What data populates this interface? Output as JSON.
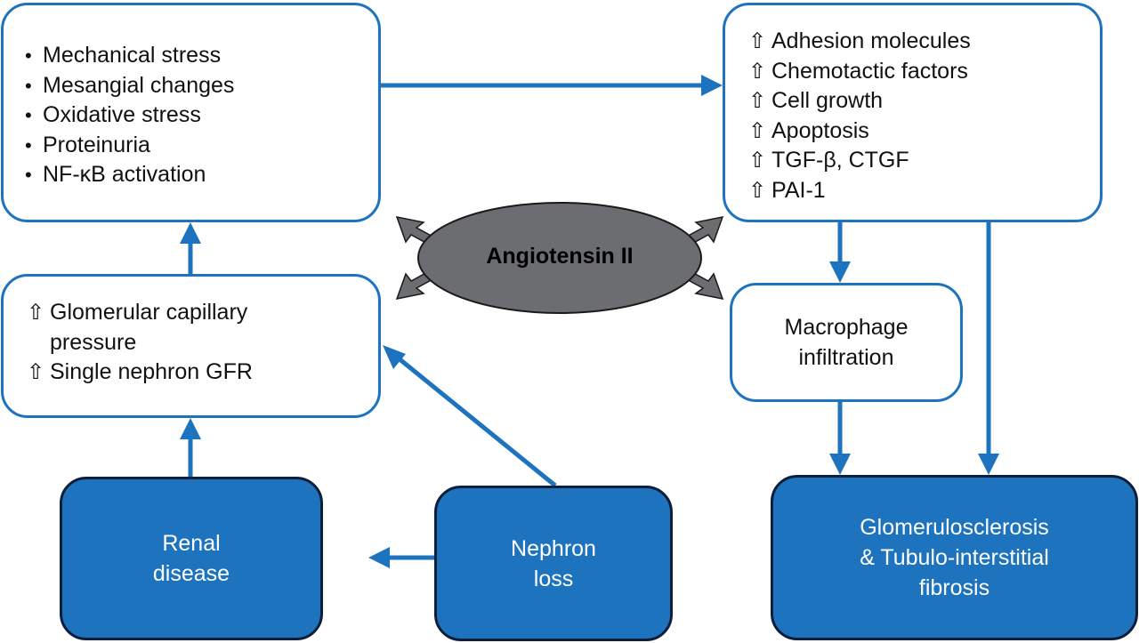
{
  "colors": {
    "accent": "#1e73be",
    "box_dark_border": "#0c1f3a",
    "ellipse_fill": "#6b6d70",
    "ellipse_border": "#1a1a1a"
  },
  "boxes": {
    "mechanisms": {
      "items": [
        "Mechanical stress",
        "Mesangial changes",
        "Oxidative stress",
        "Proteinuria",
        "NF-κB activation"
      ]
    },
    "effects": {
      "items": [
        "Adhesion molecules",
        "Chemotactic factors",
        "Cell growth",
        "Apoptosis",
        "TGF-β, CTGF",
        "PAI-1"
      ]
    },
    "hemodynamics": {
      "item1_line1": "Glomerular capillary",
      "item1_line2": "pressure",
      "item2": "Single nephron GFR"
    },
    "macrophage": {
      "line1": "Macrophage",
      "line2": "infiltration"
    },
    "renal_disease": {
      "line1": "Renal",
      "line2": "disease"
    },
    "nephron_loss": {
      "line1": "Nephron",
      "line2": "loss"
    },
    "fibrosis": {
      "line1": "Glomerulosclerosis",
      "line2": "& Tubulo-interstitial",
      "line3": "fibrosis"
    }
  },
  "center": {
    "label": "Angiotensin II"
  },
  "icons": {
    "bullet": "•",
    "increase": "⇧"
  }
}
